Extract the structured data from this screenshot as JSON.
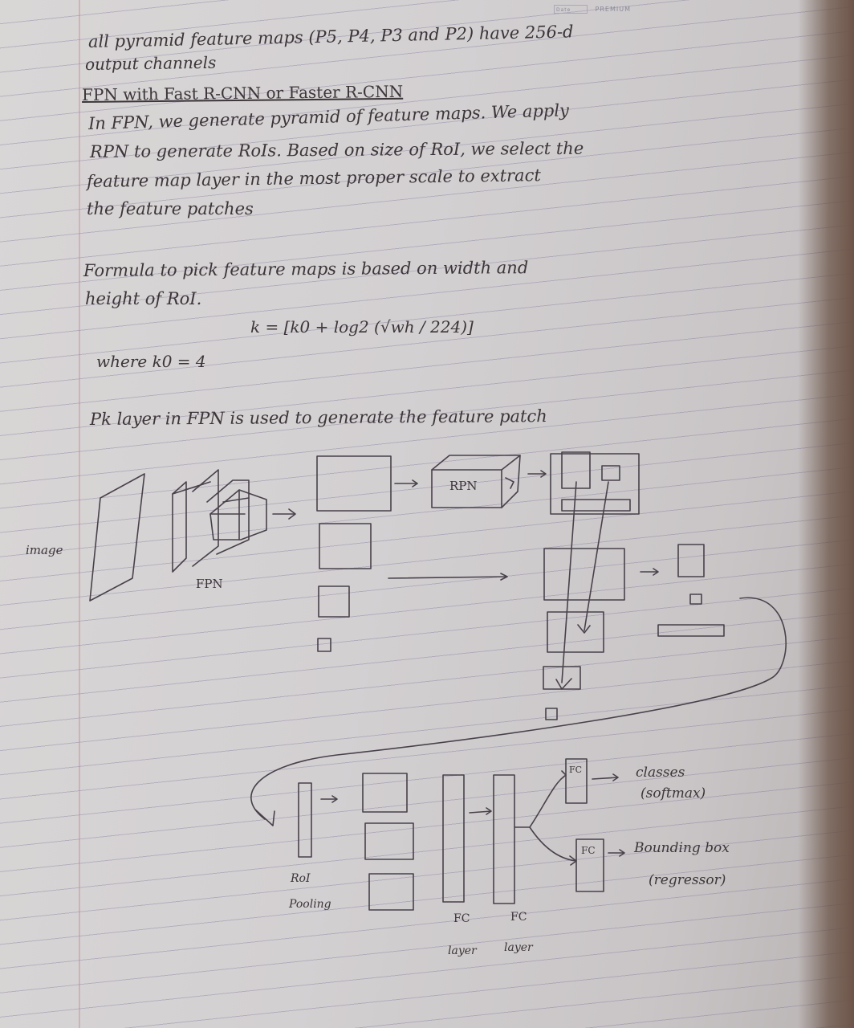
{
  "notebook": {
    "header_label": "PREMIUM",
    "header_date_label": "Date"
  },
  "notes": {
    "line1": "all pyramid feature maps (P5, P4, P3 and P2) have 256-d",
    "line2": "output channels",
    "heading": "FPN with Fast R-CNN or Faster R-CNN",
    "para1_line1": "In FPN, we generate pyramid of feature maps. We apply",
    "para1_line2": "RPN to generate RoIs. Based on size of RoI, we select the",
    "para1_line3": "feature map layer in the most proper scale to extract",
    "para1_line4": "the feature patches",
    "formula_intro1": "Formula to pick feature maps is based on width and",
    "formula_intro2": "height of RoI.",
    "formula": "k = [k0 + log2 (√wh / 224)]",
    "where": "where k0 = 4",
    "pk_line": "Pk layer in FPN is used to generate the feature patch"
  },
  "diagram": {
    "image_label": "image",
    "fpn_label": "FPN",
    "rpn_label": "RPN",
    "roi_pooling_label1": "RoI",
    "roi_pooling_label2": "Pooling",
    "fc1_label1": "FC",
    "fc1_label2": "layer",
    "fc2_label1": "FC",
    "fc2_label2": "layer",
    "fc_box_top": "FC",
    "fc_box_bottom": "FC",
    "classes_label1": "classes",
    "classes_label2": "(softmax)",
    "bbox_label1": "Bounding box",
    "bbox_label2": "(regressor)"
  }
}
